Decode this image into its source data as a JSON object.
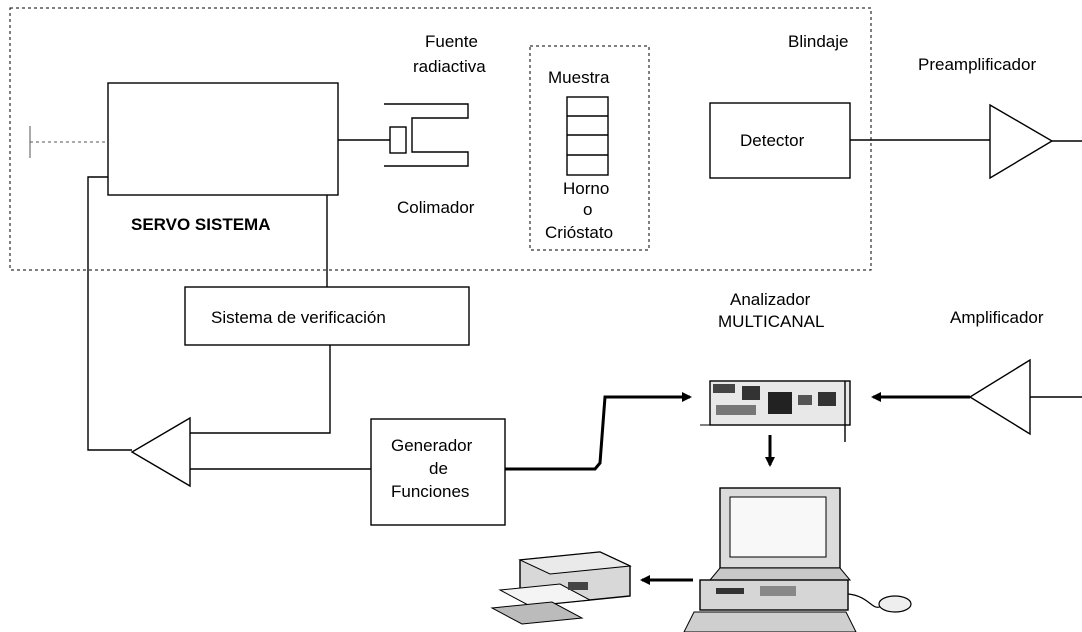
{
  "labels": {
    "fuente_line1": "Fuente",
    "fuente_line2": "radiactiva",
    "blindaje": "Blindaje",
    "preamplificador": "Preamplificador",
    "muestra": "Muestra",
    "horno_line1": "Horno",
    "horno_line2": "o",
    "horno_line3": "Crióstato",
    "detector": "Detector",
    "colimador": "Colimador",
    "servo_sistema": "SERVO SISTEMA",
    "sistema_verificacion": "Sistema de verificación",
    "analizador_line1": "Analizador",
    "analizador_line2": "MULTICANAL",
    "amplificador": "Amplificador",
    "generador_line1": "Generador",
    "generador_line2": "de",
    "generador_line3": "Funciones"
  },
  "colors": {
    "line": "#000000",
    "background": "#ffffff"
  }
}
